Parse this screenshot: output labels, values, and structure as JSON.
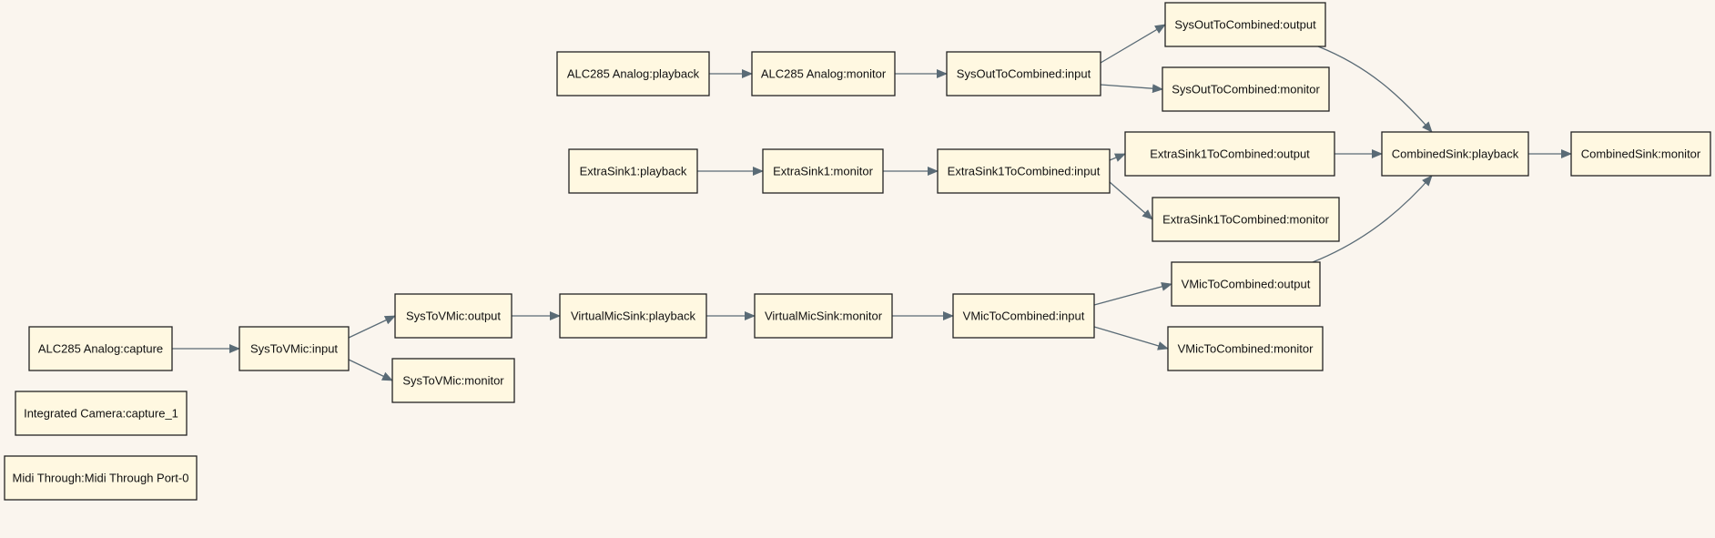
{
  "colors": {
    "background": "#faf5ee",
    "node_fill": "#fff8e1",
    "node_border": "#222222",
    "edge": "#5a6b76"
  },
  "nodes": [
    {
      "id": "alc_playback",
      "label": "ALC285 Analog:playback"
    },
    {
      "id": "alc_monitor",
      "label": "ALC285 Analog:monitor"
    },
    {
      "id": "sysout_input",
      "label": "SysOutToCombined:input"
    },
    {
      "id": "sysout_output",
      "label": "SysOutToCombined:output"
    },
    {
      "id": "sysout_monitor",
      "label": "SysOutToCombined:monitor"
    },
    {
      "id": "extra_playback",
      "label": "ExtraSink1:playback"
    },
    {
      "id": "extra_monitor",
      "label": "ExtraSink1:monitor"
    },
    {
      "id": "extra_input",
      "label": "ExtraSink1ToCombined:input"
    },
    {
      "id": "extra_output",
      "label": "ExtraSink1ToCombined:output"
    },
    {
      "id": "extra_to_monitor",
      "label": "ExtraSink1ToCombined:monitor"
    },
    {
      "id": "combined_playback",
      "label": "CombinedSink:playback"
    },
    {
      "id": "combined_monitor",
      "label": "CombinedSink:monitor"
    },
    {
      "id": "alc_capture",
      "label": "ALC285 Analog:capture"
    },
    {
      "id": "systovmic_input",
      "label": "SysToVMic:input"
    },
    {
      "id": "systovmic_output",
      "label": "SysToVMic:output"
    },
    {
      "id": "systovmic_monitor",
      "label": "SysToVMic:monitor"
    },
    {
      "id": "vmicsink_playback",
      "label": "VirtualMicSink:playback"
    },
    {
      "id": "vmicsink_monitor",
      "label": "VirtualMicSink:monitor"
    },
    {
      "id": "vmic_input",
      "label": "VMicToCombined:input"
    },
    {
      "id": "vmic_output",
      "label": "VMicToCombined:output"
    },
    {
      "id": "vmic_monitor",
      "label": "VMicToCombined:monitor"
    },
    {
      "id": "integrated_camera",
      "label": "Integrated Camera:capture_1"
    },
    {
      "id": "midi_through",
      "label": "Midi Through:Midi Through Port-0"
    }
  ],
  "edges": [
    {
      "from": "alc_playback",
      "to": "alc_monitor"
    },
    {
      "from": "alc_monitor",
      "to": "sysout_input"
    },
    {
      "from": "sysout_input",
      "to": "sysout_output"
    },
    {
      "from": "sysout_input",
      "to": "sysout_monitor"
    },
    {
      "from": "sysout_output",
      "to": "combined_playback"
    },
    {
      "from": "extra_playback",
      "to": "extra_monitor"
    },
    {
      "from": "extra_monitor",
      "to": "extra_input"
    },
    {
      "from": "extra_input",
      "to": "extra_output"
    },
    {
      "from": "extra_input",
      "to": "extra_to_monitor"
    },
    {
      "from": "extra_output",
      "to": "combined_playback"
    },
    {
      "from": "combined_playback",
      "to": "combined_monitor"
    },
    {
      "from": "alc_capture",
      "to": "systovmic_input"
    },
    {
      "from": "systovmic_input",
      "to": "systovmic_output"
    },
    {
      "from": "systovmic_input",
      "to": "systovmic_monitor"
    },
    {
      "from": "systovmic_output",
      "to": "vmicsink_playback"
    },
    {
      "from": "vmicsink_playback",
      "to": "vmicsink_monitor"
    },
    {
      "from": "vmicsink_monitor",
      "to": "vmic_input"
    },
    {
      "from": "vmic_input",
      "to": "vmic_output"
    },
    {
      "from": "vmic_input",
      "to": "vmic_monitor"
    },
    {
      "from": "vmic_output",
      "to": "combined_playback"
    }
  ]
}
